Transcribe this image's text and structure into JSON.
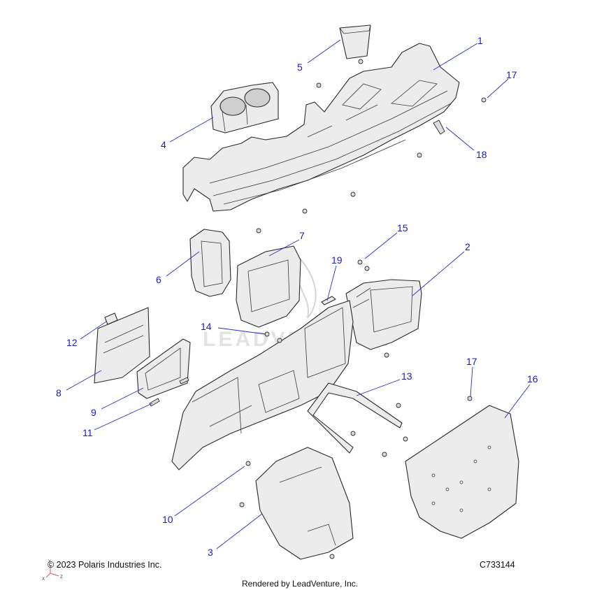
{
  "callouts": [
    {
      "id": "1",
      "label": "1"
    },
    {
      "id": "2",
      "label": "2"
    },
    {
      "id": "3",
      "label": "3"
    },
    {
      "id": "4",
      "label": "4"
    },
    {
      "id": "5",
      "label": "5"
    },
    {
      "id": "6",
      "label": "6"
    },
    {
      "id": "7",
      "label": "7"
    },
    {
      "id": "8",
      "label": "8"
    },
    {
      "id": "9",
      "label": "9"
    },
    {
      "id": "10",
      "label": "10"
    },
    {
      "id": "11",
      "label": "11"
    },
    {
      "id": "12",
      "label": "12"
    },
    {
      "id": "13",
      "label": "13"
    },
    {
      "id": "14",
      "label": "14"
    },
    {
      "id": "15",
      "label": "15"
    },
    {
      "id": "16",
      "label": "16"
    },
    {
      "id": "17a",
      "label": "17"
    },
    {
      "id": "17b",
      "label": "17"
    },
    {
      "id": "18",
      "label": "18"
    },
    {
      "id": "19",
      "label": "19"
    }
  ],
  "footer": {
    "copyright": "© 2023 Polaris Industries Inc.",
    "diagram_code": "C733144",
    "rendered_by": "Rendered by LeadVenture, Inc."
  },
  "watermark": {
    "text": "LEADVENTURE"
  },
  "axis_labels": {
    "y": "Y",
    "x": "X",
    "z": "Z"
  },
  "colors": {
    "callout": "#1a1acc",
    "leader": "#2b2bd0"
  }
}
